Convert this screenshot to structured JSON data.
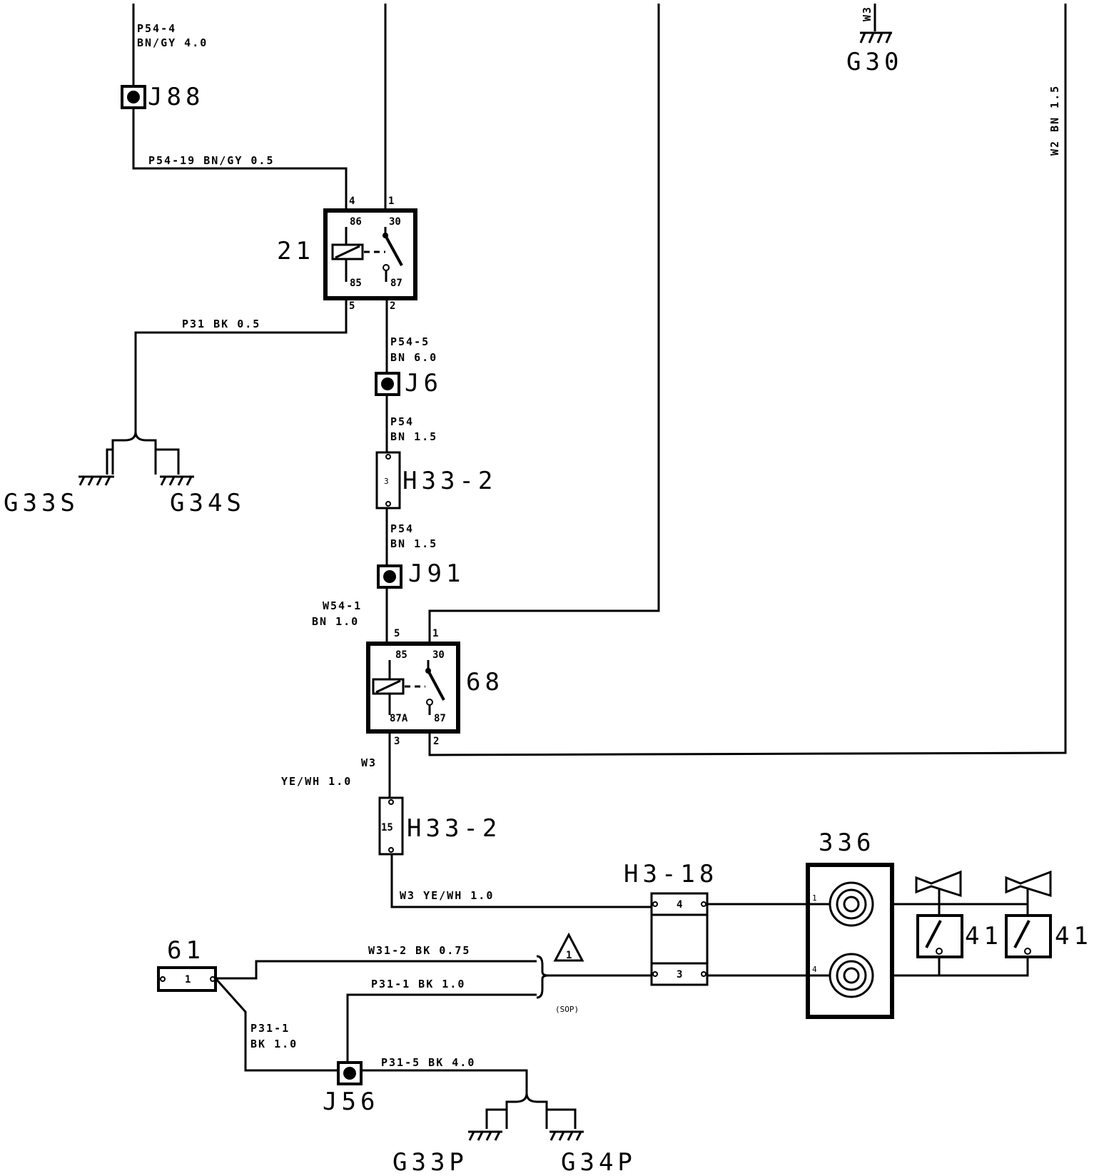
{
  "wires": {
    "p54_4": "P54-4",
    "p54_4_spec": "BN/GY 4.0",
    "p54_19": "P54-19 BN/GY 0.5",
    "p31_top": "P31 BK 0.5",
    "p54_5": "P54-5",
    "p54_5_spec": "BN 6.0",
    "p54_a": "P54",
    "p54_a_spec": "BN 1.5",
    "p54_b": "P54",
    "p54_b_spec": "BN 1.5",
    "w54_1": "W54-1",
    "w54_1_spec": "BN 1.0",
    "w3": "W3",
    "w3_spec": "YE/WH 1.0",
    "w3_bottom": "W3 YE/WH 1.0",
    "w31_2": "W31-2 BK 0.75",
    "p31_1_right": "P31-1 BK 1.0",
    "p31_1_left": "P31-1",
    "p31_1_left_spec": "BK 1.0",
    "p31_5": "P31-5 BK 4.0",
    "w2_vertical": "W2 BN 1.5",
    "w3_vertical": "W3"
  },
  "components": {
    "j88": "J88",
    "j6": "J6",
    "j91": "J91",
    "j56": "J56",
    "relay21": "21",
    "relay68": "68",
    "h33_2_top": "H33-2",
    "h33_2_bottom": "H33-2",
    "h3_18": "H3-18",
    "c336": "336",
    "c61": "61",
    "c41_left": "41",
    "c41_right": "41",
    "g30": "G30",
    "g33s": "G33S",
    "g34s": "G34S",
    "g33p": "G33P",
    "g34p": "G34P",
    "note_triangle": "1",
    "sop": "(SOP)"
  },
  "pins": {
    "r21_in4": "4",
    "r21_in1": "1",
    "r21_86": "86",
    "r21_30": "30",
    "r21_85": "85",
    "r21_87": "87",
    "r21_out5": "5",
    "r21_out2": "2",
    "r68_in5": "5",
    "r68_in1": "1",
    "r68_85": "85",
    "r68_30": "30",
    "r68_87a": "87A",
    "r68_87": "87",
    "r68_out3": "3",
    "r68_out2": "2",
    "h33_top_pin": "3",
    "h33_bottom_pin": "15",
    "h3_18_pin4": "4",
    "h3_18_pin3": "3",
    "c61_pin": "1",
    "c336_pin1": "1",
    "c336_pin4": "4"
  }
}
